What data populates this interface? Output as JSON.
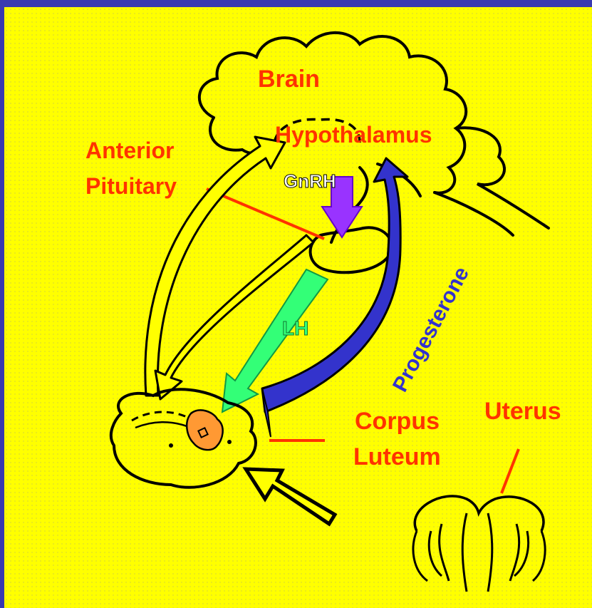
{
  "labels": {
    "brain": "Brain",
    "hypothalamus": "Hypothalamus",
    "anterior_pituitary_line1": "Anterior",
    "anterior_pituitary_line2": "Pituitary",
    "gnrh": "GnRH",
    "lh": "LH",
    "progesterone": "Progesterone",
    "corpus_luteum_line1": "Corpus",
    "corpus_luteum_line2": "Luteum",
    "uterus": "Uterus"
  },
  "colors": {
    "background": "#ffff00",
    "frame": "#3a3ab0",
    "label_red": "#ff3300",
    "gnrh_arrow": "#9933ff",
    "lh_arrow": "#33ff77",
    "progesterone_arrow": "#3333cc",
    "corpus_luteum": "#ff9933",
    "outline": "#000000"
  }
}
